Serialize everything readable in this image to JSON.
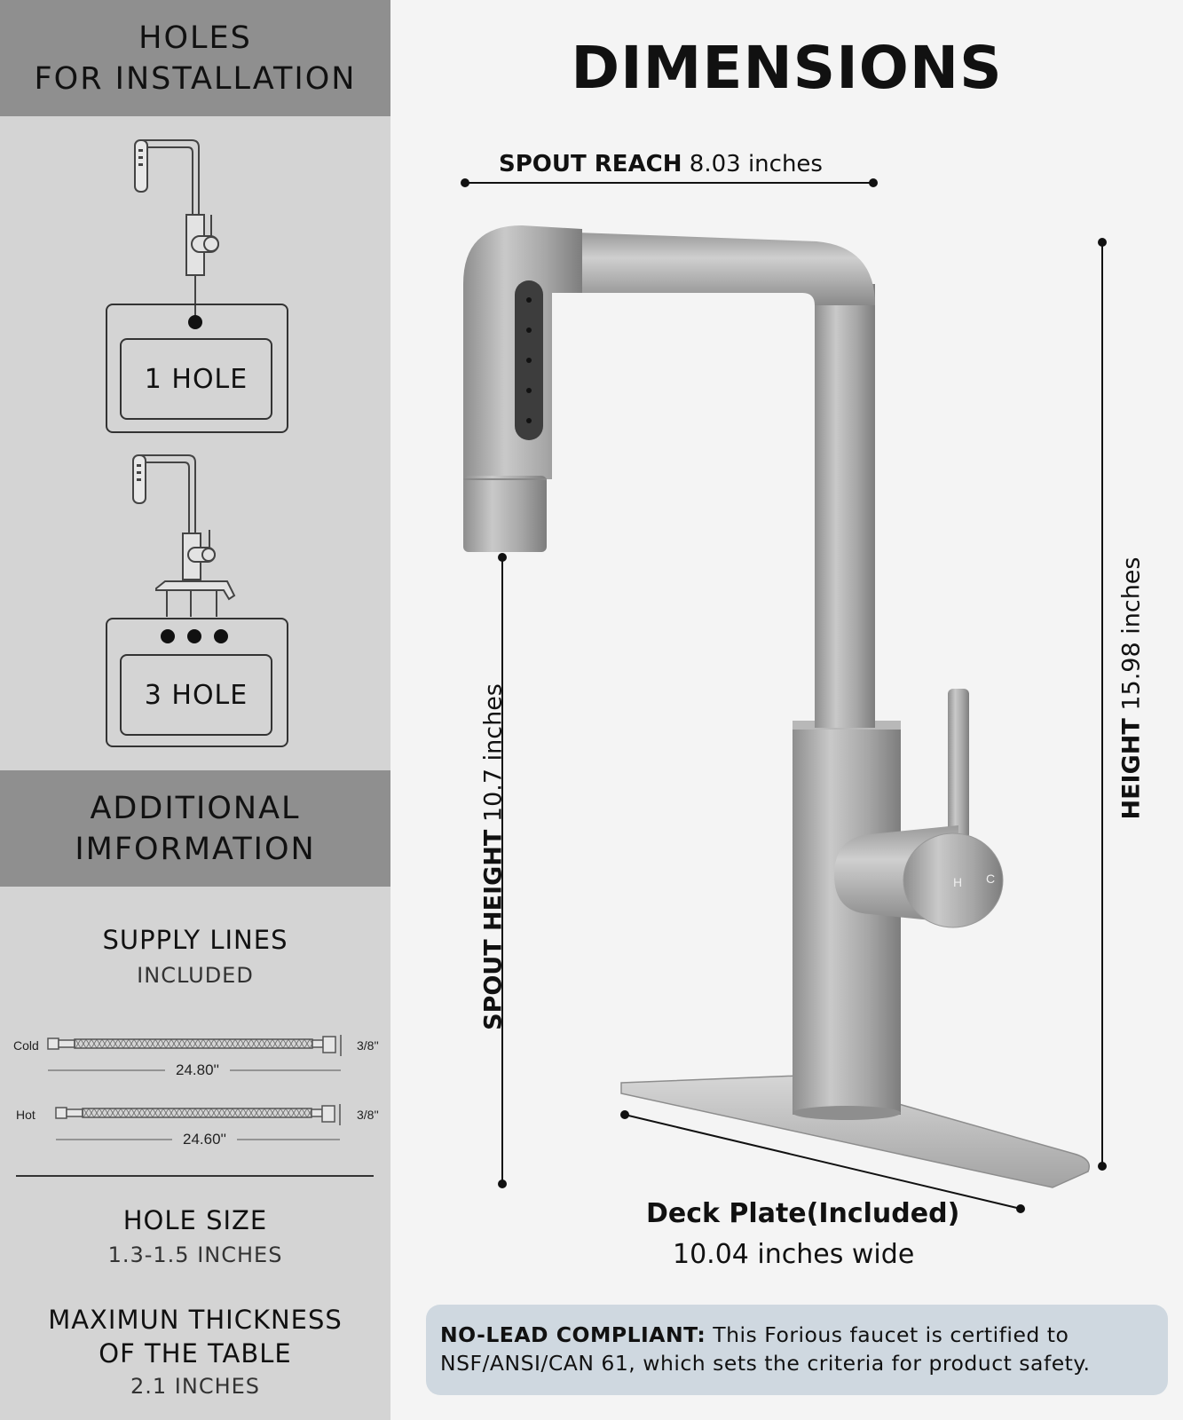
{
  "sidebar": {
    "install_heading_line1": "HOLES",
    "install_heading_line2": "FOR INSTALLATION",
    "one_hole_label": "1 HOLE",
    "three_hole_label": "3 HOLE",
    "additional_heading_line1": "ADDITIONAL",
    "additional_heading_line2": "IMFORMATION",
    "supply_lines_title": "SUPPLY LINES",
    "supply_lines_value": "INCLUDED",
    "cold_label": "Cold",
    "cold_length": "24.80''",
    "cold_fitting": "3/8''",
    "hot_label": "Hot",
    "hot_length": "24.60''",
    "hot_fitting": "3/8''",
    "hole_size_title": "HOLE SIZE",
    "hole_size_value": "1.3-1.5 INCHES",
    "thickness_title_line1": "MAXIMUN THICKNESS",
    "thickness_title_line2": "OF THE TABLE",
    "thickness_value": "2.1 INCHES"
  },
  "main": {
    "title": "DIMENSIONS",
    "spout_reach_label": "SPOUT REACH",
    "spout_reach_value": "8.03 inches",
    "spout_height_label": "SPOUT HEIGHT",
    "spout_height_value": "10.7 inches",
    "height_label": "HEIGHT",
    "height_value": "15.98 inches",
    "handle_hot_mark": "H",
    "handle_cold_mark": "C",
    "deck_plate_label": "Deck Plate(Included)",
    "deck_plate_value": "10.04 inches wide",
    "note_bold": "NO-LEAD COMPLIANT:",
    "note_text": "This Forious faucet is certified to NSF/ANSI/CAN 61, which sets the criteria for product safety."
  },
  "colors": {
    "sidebar_bg": "#d4d4d4",
    "band_bg": "#8f8f8f",
    "main_bg": "#f4f4f4",
    "note_bg": "#cfd8e0",
    "faucet_metal": "#a9a9a9"
  }
}
